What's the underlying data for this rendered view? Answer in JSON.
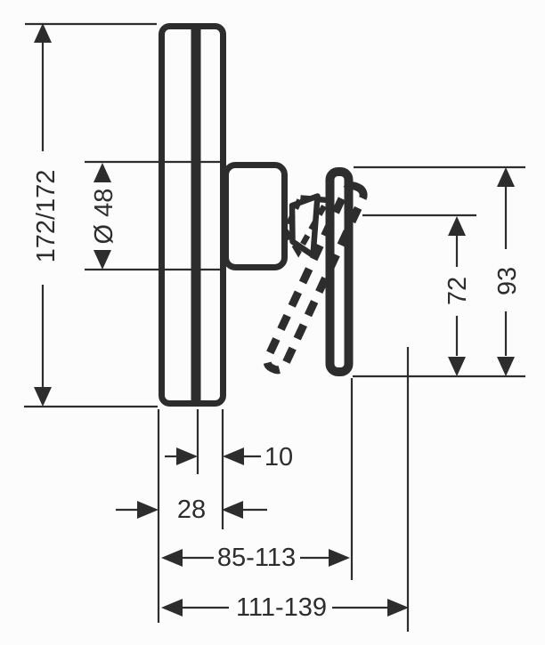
{
  "drawing": {
    "type": "technical-dimension-drawing",
    "view": "side-profile-of-wall-mounted-mixer-with-lever-handle",
    "labels": {
      "plate_height": "172/172",
      "body_diameter": "Ø 48",
      "handle_below_pivot": "72",
      "handle_total_length": "93",
      "front_plate_depth": "10",
      "plate_total_depth": "28",
      "install_depth_inner": "85-113",
      "install_depth_outer": "111-139"
    },
    "colors": {
      "line": "#2d2d2d",
      "background": "#fcfcfc"
    }
  }
}
